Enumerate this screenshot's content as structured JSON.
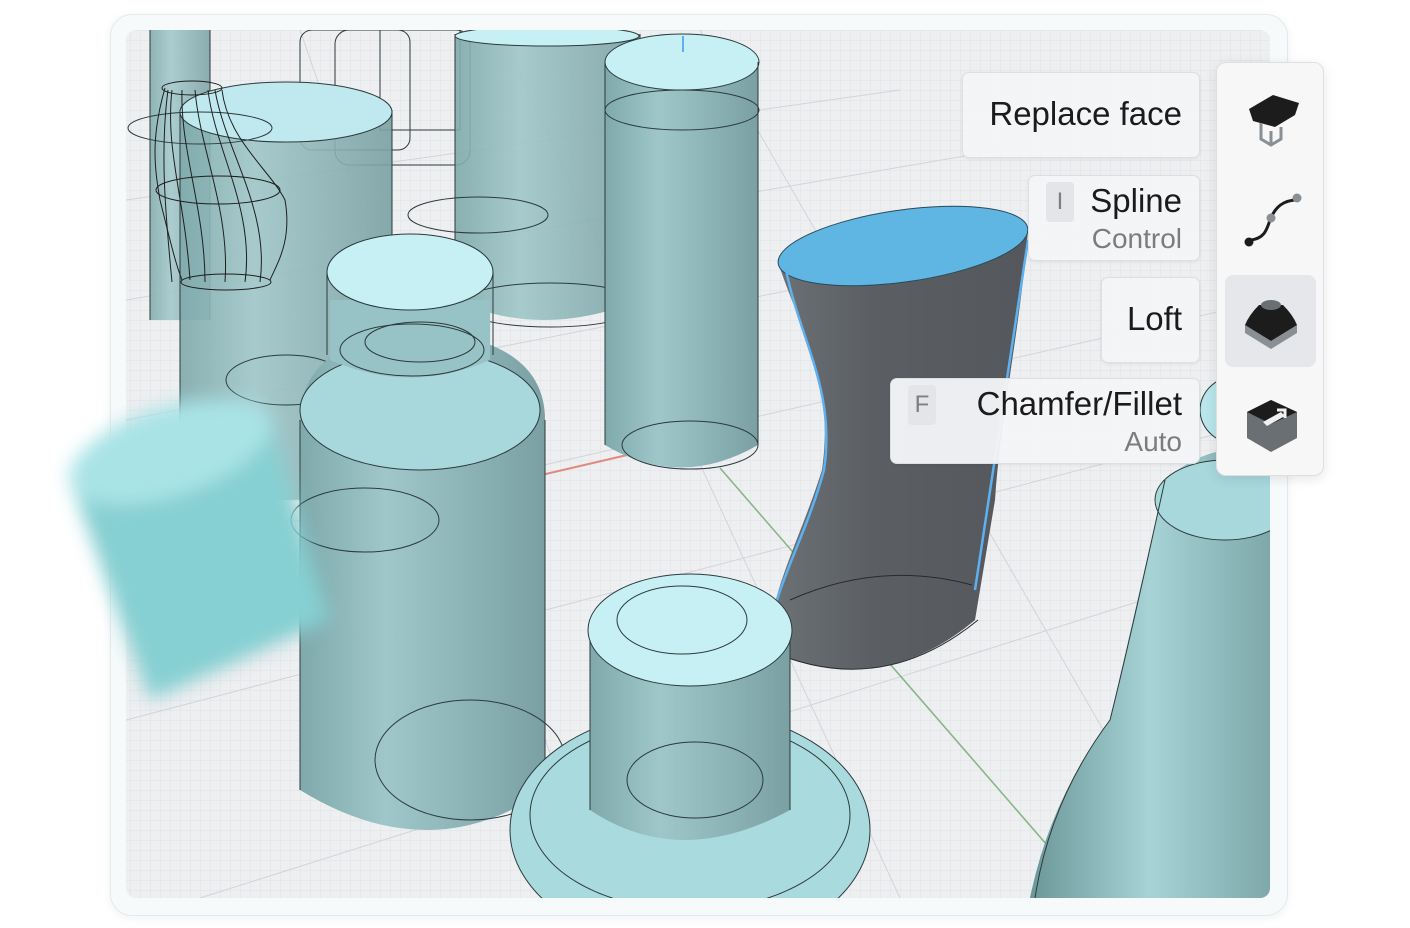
{
  "commands": [
    {
      "label": "Replace face",
      "shortcut": "",
      "mode": ""
    },
    {
      "label": "Spline",
      "shortcut": "I",
      "mode": "Control"
    },
    {
      "label": "Loft",
      "shortcut": "",
      "mode": ""
    },
    {
      "label": "Chamfer/Fillet",
      "shortcut": "F",
      "mode": "Auto"
    }
  ],
  "toolbar": {
    "tools": [
      {
        "icon": "replace-face-icon",
        "active": false
      },
      {
        "icon": "spline-icon",
        "active": false
      },
      {
        "icon": "loft-icon",
        "active": true
      },
      {
        "icon": "chamfer-fillet-icon",
        "active": false
      }
    ]
  },
  "colors": {
    "solid_body": "#8fb7b9",
    "solid_top": "#c6f0f4",
    "selected_body": "#5f6367",
    "selected_face": "#5fb6e2",
    "selection_edge": "#5fb0ee",
    "grid_background": "#eeeff1",
    "axis_x": "#e08a80",
    "axis_y": "#89b58a"
  }
}
